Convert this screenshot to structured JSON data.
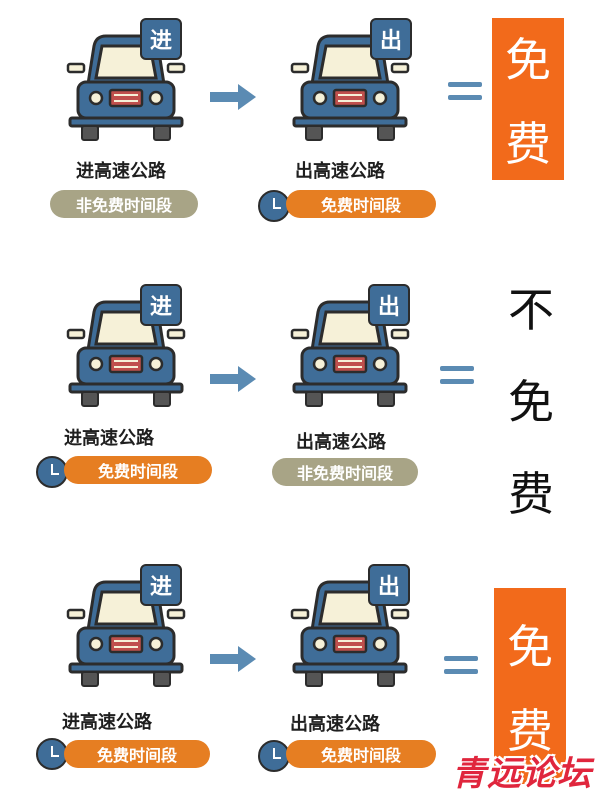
{
  "colors": {
    "car_body": "#3f6d98",
    "free_pill": "#e67e22",
    "nonfree_pill": "#a8a486",
    "result_box": "#f26a1b",
    "arrow": "#5b8bb3",
    "watermark": "#e0263d"
  },
  "rows": [
    {
      "entry": {
        "badge": "进",
        "caption": "进高速公路",
        "pill": "非免费时间段",
        "pill_type": "nonfree",
        "clock": false
      },
      "exit": {
        "badge": "出",
        "caption": "出高速公路",
        "pill": "免费时间段",
        "pill_type": "free",
        "clock": true
      },
      "result": {
        "chars": [
          "免",
          "费"
        ],
        "boxed": true
      }
    },
    {
      "entry": {
        "badge": "进",
        "caption": "进高速公路",
        "pill": "免费时间段",
        "pill_type": "free",
        "clock": true
      },
      "exit": {
        "badge": "出",
        "caption": "出高速公路",
        "pill": "非免费时间段",
        "pill_type": "nonfree",
        "clock": false
      },
      "result": {
        "chars": [
          "不",
          "免",
          "费"
        ],
        "boxed": false
      }
    },
    {
      "entry": {
        "badge": "进",
        "caption": "进高速公路",
        "pill": "免费时间段",
        "pill_type": "free",
        "clock": true
      },
      "exit": {
        "badge": "出",
        "caption": "出高速公路",
        "pill": "免费时间段",
        "pill_type": "free",
        "clock": true
      },
      "result": {
        "chars": [
          "免",
          "费"
        ],
        "boxed": true
      }
    }
  ],
  "watermark": "青远论坛"
}
